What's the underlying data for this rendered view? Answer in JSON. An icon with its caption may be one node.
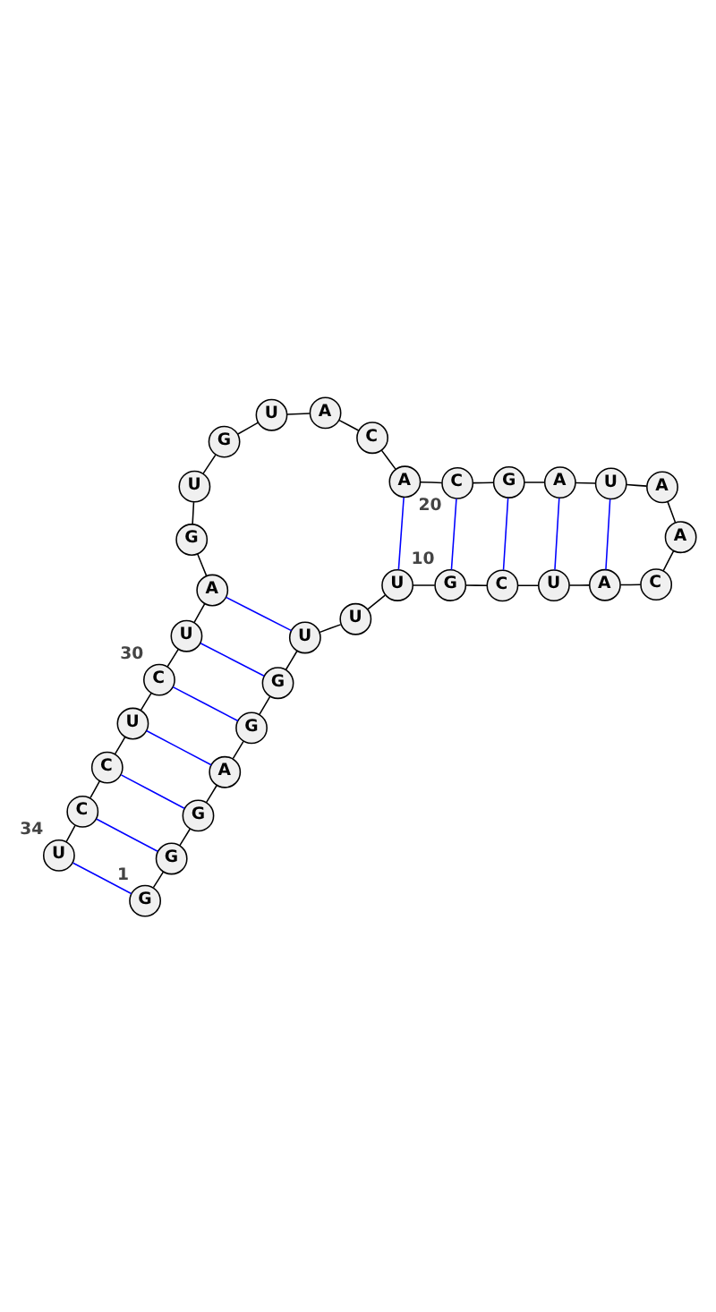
{
  "diagram": {
    "nodes": [
      {
        "text": [
          "G"
        ],
        "beside": [
          "1"
        ]
      },
      {
        "text": [
          "G"
        ]
      },
      {
        "text": [
          "G"
        ]
      },
      {
        "text": [
          "A"
        ]
      },
      {
        "text": [
          "G"
        ]
      },
      {
        "text": [
          "G"
        ]
      },
      {
        "text": [
          "U"
        ]
      },
      {
        "text": [
          "U"
        ]
      },
      {
        "text": [
          "U"
        ]
      },
      {
        "text": [
          "G"
        ],
        "beside": [
          "10"
        ]
      },
      {
        "text": [
          "C"
        ]
      },
      {
        "text": [
          "U"
        ]
      },
      {
        "text": [
          "A"
        ]
      },
      {
        "text": [
          "C"
        ]
      },
      {
        "text": [
          "A"
        ]
      },
      {
        "text": [
          "A"
        ]
      },
      {
        "text": [
          "U"
        ]
      },
      {
        "text": [
          "A"
        ]
      },
      {
        "text": [
          "G"
        ]
      },
      {
        "text": [
          "C"
        ],
        "beside": [
          "20"
        ]
      },
      {
        "text": [
          "A"
        ]
      },
      {
        "text": [
          "C"
        ]
      },
      {
        "text": [
          "A"
        ]
      },
      {
        "text": [
          "U"
        ]
      },
      {
        "text": [
          "G"
        ]
      },
      {
        "text": [
          "U"
        ]
      },
      {
        "text": [
          "G"
        ]
      },
      {
        "text": [
          "A"
        ]
      },
      {
        "text": [
          "U"
        ]
      },
      {
        "text": [
          "C"
        ],
        "beside": [
          "30"
        ]
      },
      {
        "text": [
          "U"
        ]
      },
      {
        "text": [
          "C"
        ]
      },
      {
        "text": [
          "C"
        ]
      },
      {
        "text": [
          "U"
        ],
        "beside": [
          "34"
        ]
      }
    ],
    "edges": [
      {
        "from": 0,
        "to": 1,
        "arrow": "none"
      },
      {
        "from": 1,
        "to": 2,
        "arrow": "none"
      },
      {
        "from": 2,
        "to": 3,
        "arrow": "none"
      },
      {
        "from": 3,
        "to": 4,
        "arrow": "none"
      },
      {
        "from": 4,
        "to": 5,
        "arrow": "none"
      },
      {
        "from": 5,
        "to": 6,
        "arrow": "none"
      },
      {
        "from": 6,
        "to": 7,
        "arrow": "none"
      },
      {
        "from": 7,
        "to": 8,
        "arrow": "none"
      },
      {
        "from": 8,
        "to": 9,
        "arrow": "none"
      },
      {
        "from": 9,
        "to": 10,
        "arrow": "none"
      },
      {
        "from": 10,
        "to": 11,
        "arrow": "none"
      },
      {
        "from": 11,
        "to": 12,
        "arrow": "none"
      },
      {
        "from": 12,
        "to": 13,
        "arrow": "none"
      },
      {
        "from": 13,
        "to": 14,
        "arrow": "none"
      },
      {
        "from": 14,
        "to": 15,
        "arrow": "none"
      },
      {
        "from": 15,
        "to": 16,
        "arrow": "none"
      },
      {
        "from": 16,
        "to": 17,
        "arrow": "none"
      },
      {
        "from": 17,
        "to": 18,
        "arrow": "none"
      },
      {
        "from": 18,
        "to": 19,
        "arrow": "none"
      },
      {
        "from": 19,
        "to": 20,
        "arrow": "none"
      },
      {
        "from": 20,
        "to": 21,
        "arrow": "none"
      },
      {
        "from": 21,
        "to": 22,
        "arrow": "none"
      },
      {
        "from": 22,
        "to": 23,
        "arrow": "none"
      },
      {
        "from": 23,
        "to": 24,
        "arrow": "none"
      },
      {
        "from": 24,
        "to": 25,
        "arrow": "none"
      },
      {
        "from": 25,
        "to": 26,
        "arrow": "none"
      },
      {
        "from": 26,
        "to": 27,
        "arrow": "none"
      },
      {
        "from": 27,
        "to": 28,
        "arrow": "none"
      },
      {
        "from": 28,
        "to": 29,
        "arrow": "none"
      },
      {
        "from": 29,
        "to": 30,
        "arrow": "none"
      },
      {
        "from": 30,
        "to": 31,
        "arrow": "none"
      },
      {
        "from": 31,
        "to": 32,
        "arrow": "none"
      },
      {
        "from": 32,
        "to": 33,
        "arrow": "none"
      },
      {
        "from": 0,
        "to": 33,
        "arrow": "none",
        "color": "#0000ff"
      },
      {
        "from": 1,
        "to": 32,
        "arrow": "none",
        "color": "#0000ff"
      },
      {
        "from": 2,
        "to": 31,
        "arrow": "none",
        "color": "#0000ff"
      },
      {
        "from": 3,
        "to": 30,
        "arrow": "none",
        "color": "#0000ff"
      },
      {
        "from": 4,
        "to": 29,
        "arrow": "none",
        "color": "#0000ff"
      },
      {
        "from": 5,
        "to": 28,
        "arrow": "none",
        "color": "#0000ff"
      },
      {
        "from": 6,
        "to": 27,
        "arrow": "none",
        "color": "#0000ff"
      },
      {
        "from": 8,
        "to": 20,
        "arrow": "none",
        "color": "#0000ff"
      },
      {
        "from": 9,
        "to": 19,
        "arrow": "none",
        "color": "#0000ff"
      },
      {
        "from": 10,
        "to": 18,
        "arrow": "none",
        "color": "#0000ff"
      },
      {
        "from": 11,
        "to": 17,
        "arrow": "none",
        "color": "#0000ff"
      },
      {
        "from": 12,
        "to": 16,
        "arrow": "none",
        "color": "#0000ff"
      }
    ]
  }
}
